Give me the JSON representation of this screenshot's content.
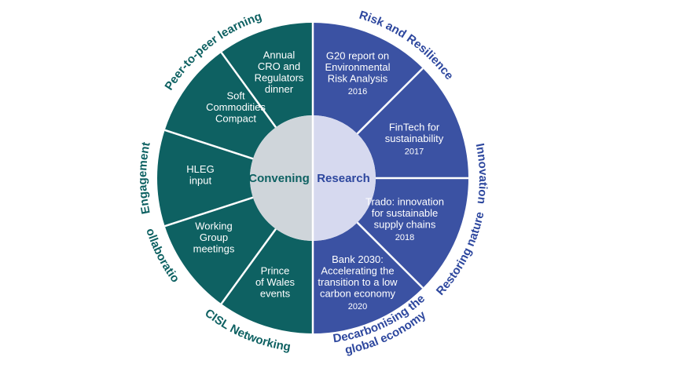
{
  "colors": {
    "convening": "#0e6162",
    "research": "#3b52a3",
    "convening_hub": "#cfd5da",
    "research_hub": "#d6d9ef",
    "convening_label": "#0e6162",
    "research_label": "#2d479e",
    "segment_text": "#ffffff",
    "divider": "#ffffff"
  },
  "hub": {
    "left_label": "Convening",
    "right_label": "Research"
  },
  "segments": [
    {
      "side": "convening",
      "lines": [
        "Annual",
        "CRO and",
        "Regulators",
        "dinner"
      ],
      "year": ""
    },
    {
      "side": "convening",
      "lines": [
        "Soft",
        "Commodities",
        "Compact"
      ],
      "year": ""
    },
    {
      "side": "convening",
      "lines": [
        "HLEG",
        "input"
      ],
      "year": ""
    },
    {
      "side": "convening",
      "lines": [
        "Working",
        "Group",
        "meetings"
      ],
      "year": ""
    },
    {
      "side": "convening",
      "lines": [
        "Prince",
        "of Wales",
        "events"
      ],
      "year": ""
    },
    {
      "side": "research",
      "lines": [
        "G20 report on",
        "Environmental",
        "Risk Analysis"
      ],
      "year": "2016"
    },
    {
      "side": "research",
      "lines": [
        "FinTech for",
        "sustainability"
      ],
      "year": "2017"
    },
    {
      "side": "research",
      "lines": [
        "Trado: innovation",
        "for sustainable",
        "supply chains"
      ],
      "year": "2018"
    },
    {
      "side": "research",
      "lines": [
        "Bank 2030:",
        "Accelerating the",
        "transition to a low",
        "carbon economy"
      ],
      "year": "2020"
    }
  ],
  "outer_labels": [
    {
      "side": "convening",
      "text": "Peer-to-peer learning"
    },
    {
      "side": "convening",
      "text": "Engagement"
    },
    {
      "side": "convening",
      "text": "Collaboration"
    },
    {
      "side": "convening",
      "text": "CISL Networking"
    },
    {
      "side": "research",
      "text": "Risk and Resilience"
    },
    {
      "side": "research",
      "text": "Innovation"
    },
    {
      "side": "research",
      "text": "Restoring nature"
    },
    {
      "side": "research",
      "lines": [
        "Decarbonising the",
        "global economy"
      ]
    }
  ]
}
